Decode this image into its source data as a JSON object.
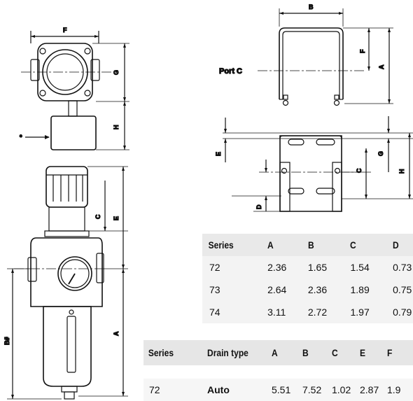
{
  "labels": {
    "top_view": {
      "F": "F",
      "G": "G",
      "H": "H",
      "star": "*"
    },
    "side_view": {
      "C": "C",
      "E": "E",
      "A": "A",
      "B_hash": "B#"
    },
    "bracket_front": {
      "B": "B",
      "F": "F",
      "A": "A",
      "port": "Port C"
    },
    "bracket_side": {
      "E": "E",
      "G": "G",
      "C": "C",
      "H": "H",
      "D": "D"
    }
  },
  "bracket_table": {
    "headers": [
      "Series",
      "A",
      "B",
      "C",
      "D"
    ],
    "rows": [
      [
        "72",
        "2.36",
        "1.65",
        "1.54",
        "0.73"
      ],
      [
        "73",
        "2.64",
        "2.36",
        "1.89",
        "0.75"
      ],
      [
        "74",
        "3.11",
        "2.72",
        "1.97",
        "0.79"
      ]
    ]
  },
  "unit_table": {
    "headers": [
      "Series",
      "Drain type",
      "A",
      "B",
      "C",
      "E",
      "F"
    ],
    "rows": [
      [
        "72",
        "Auto",
        "5.51",
        "7.52",
        "1.02",
        "2.87",
        "1.9"
      ]
    ]
  }
}
